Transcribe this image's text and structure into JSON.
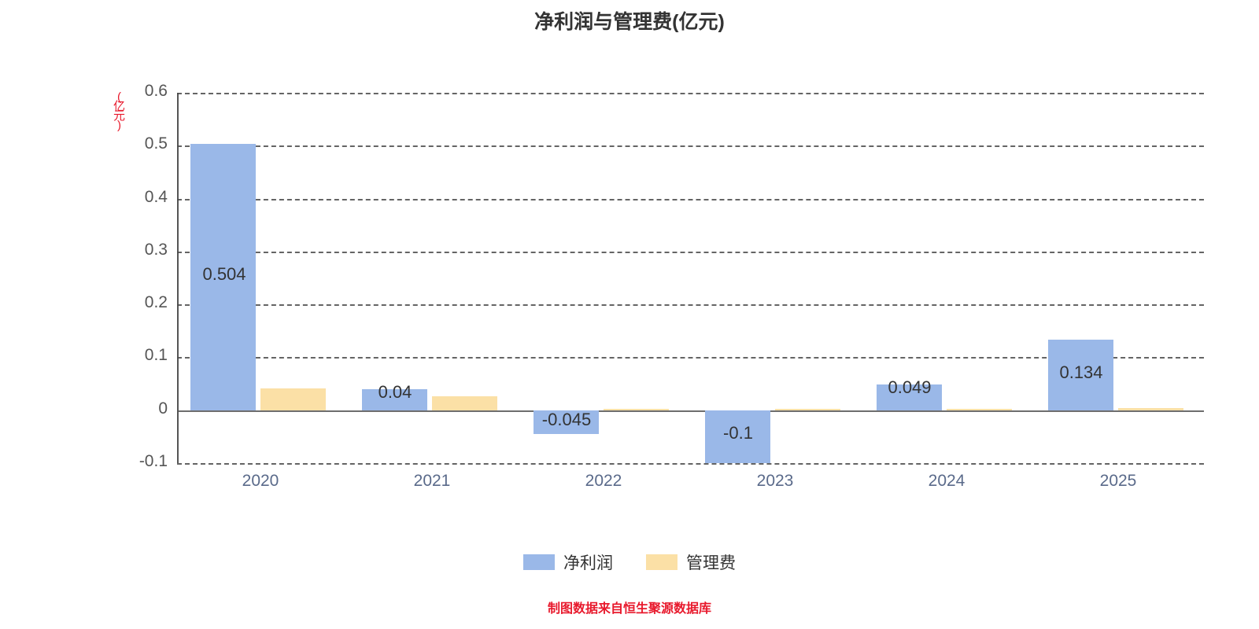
{
  "chart_data": {
    "type": "bar",
    "title": "净利润与管理费(亿元)",
    "xlabel": "",
    "ylabel": "(亿元)",
    "categories": [
      "2020",
      "2021",
      "2022",
      "2023",
      "2024",
      "2025"
    ],
    "series": [
      {
        "name": "净利润",
        "color": "#9ab8e8",
        "values": [
          0.504,
          0.04,
          -0.045,
          -0.1,
          0.049,
          0.134
        ],
        "labels": [
          "0.504",
          "0.04",
          "-0.045",
          "-0.1",
          "0.049",
          "0.134"
        ]
      },
      {
        "name": "管理费",
        "color": "#fbe0a6",
        "values": [
          0.0415,
          0.027,
          0.003,
          0.003,
          0.003,
          0.0035
        ],
        "labels": [
          "",
          "",
          "",
          "",
          "",
          ""
        ]
      }
    ],
    "ylim": [
      -0.1,
      0.6
    ],
    "yticks": [
      "0.6",
      "0.5",
      "0.4",
      "0.3",
      "0.2",
      "0.1",
      "0",
      "-0.1"
    ],
    "grid": true,
    "legend_position": "bottom"
  },
  "footer": {
    "note": "制图数据来自恒生聚源数据库"
  },
  "axis": {
    "unit_chars": [
      "(",
      "亿",
      "元",
      ")"
    ]
  }
}
